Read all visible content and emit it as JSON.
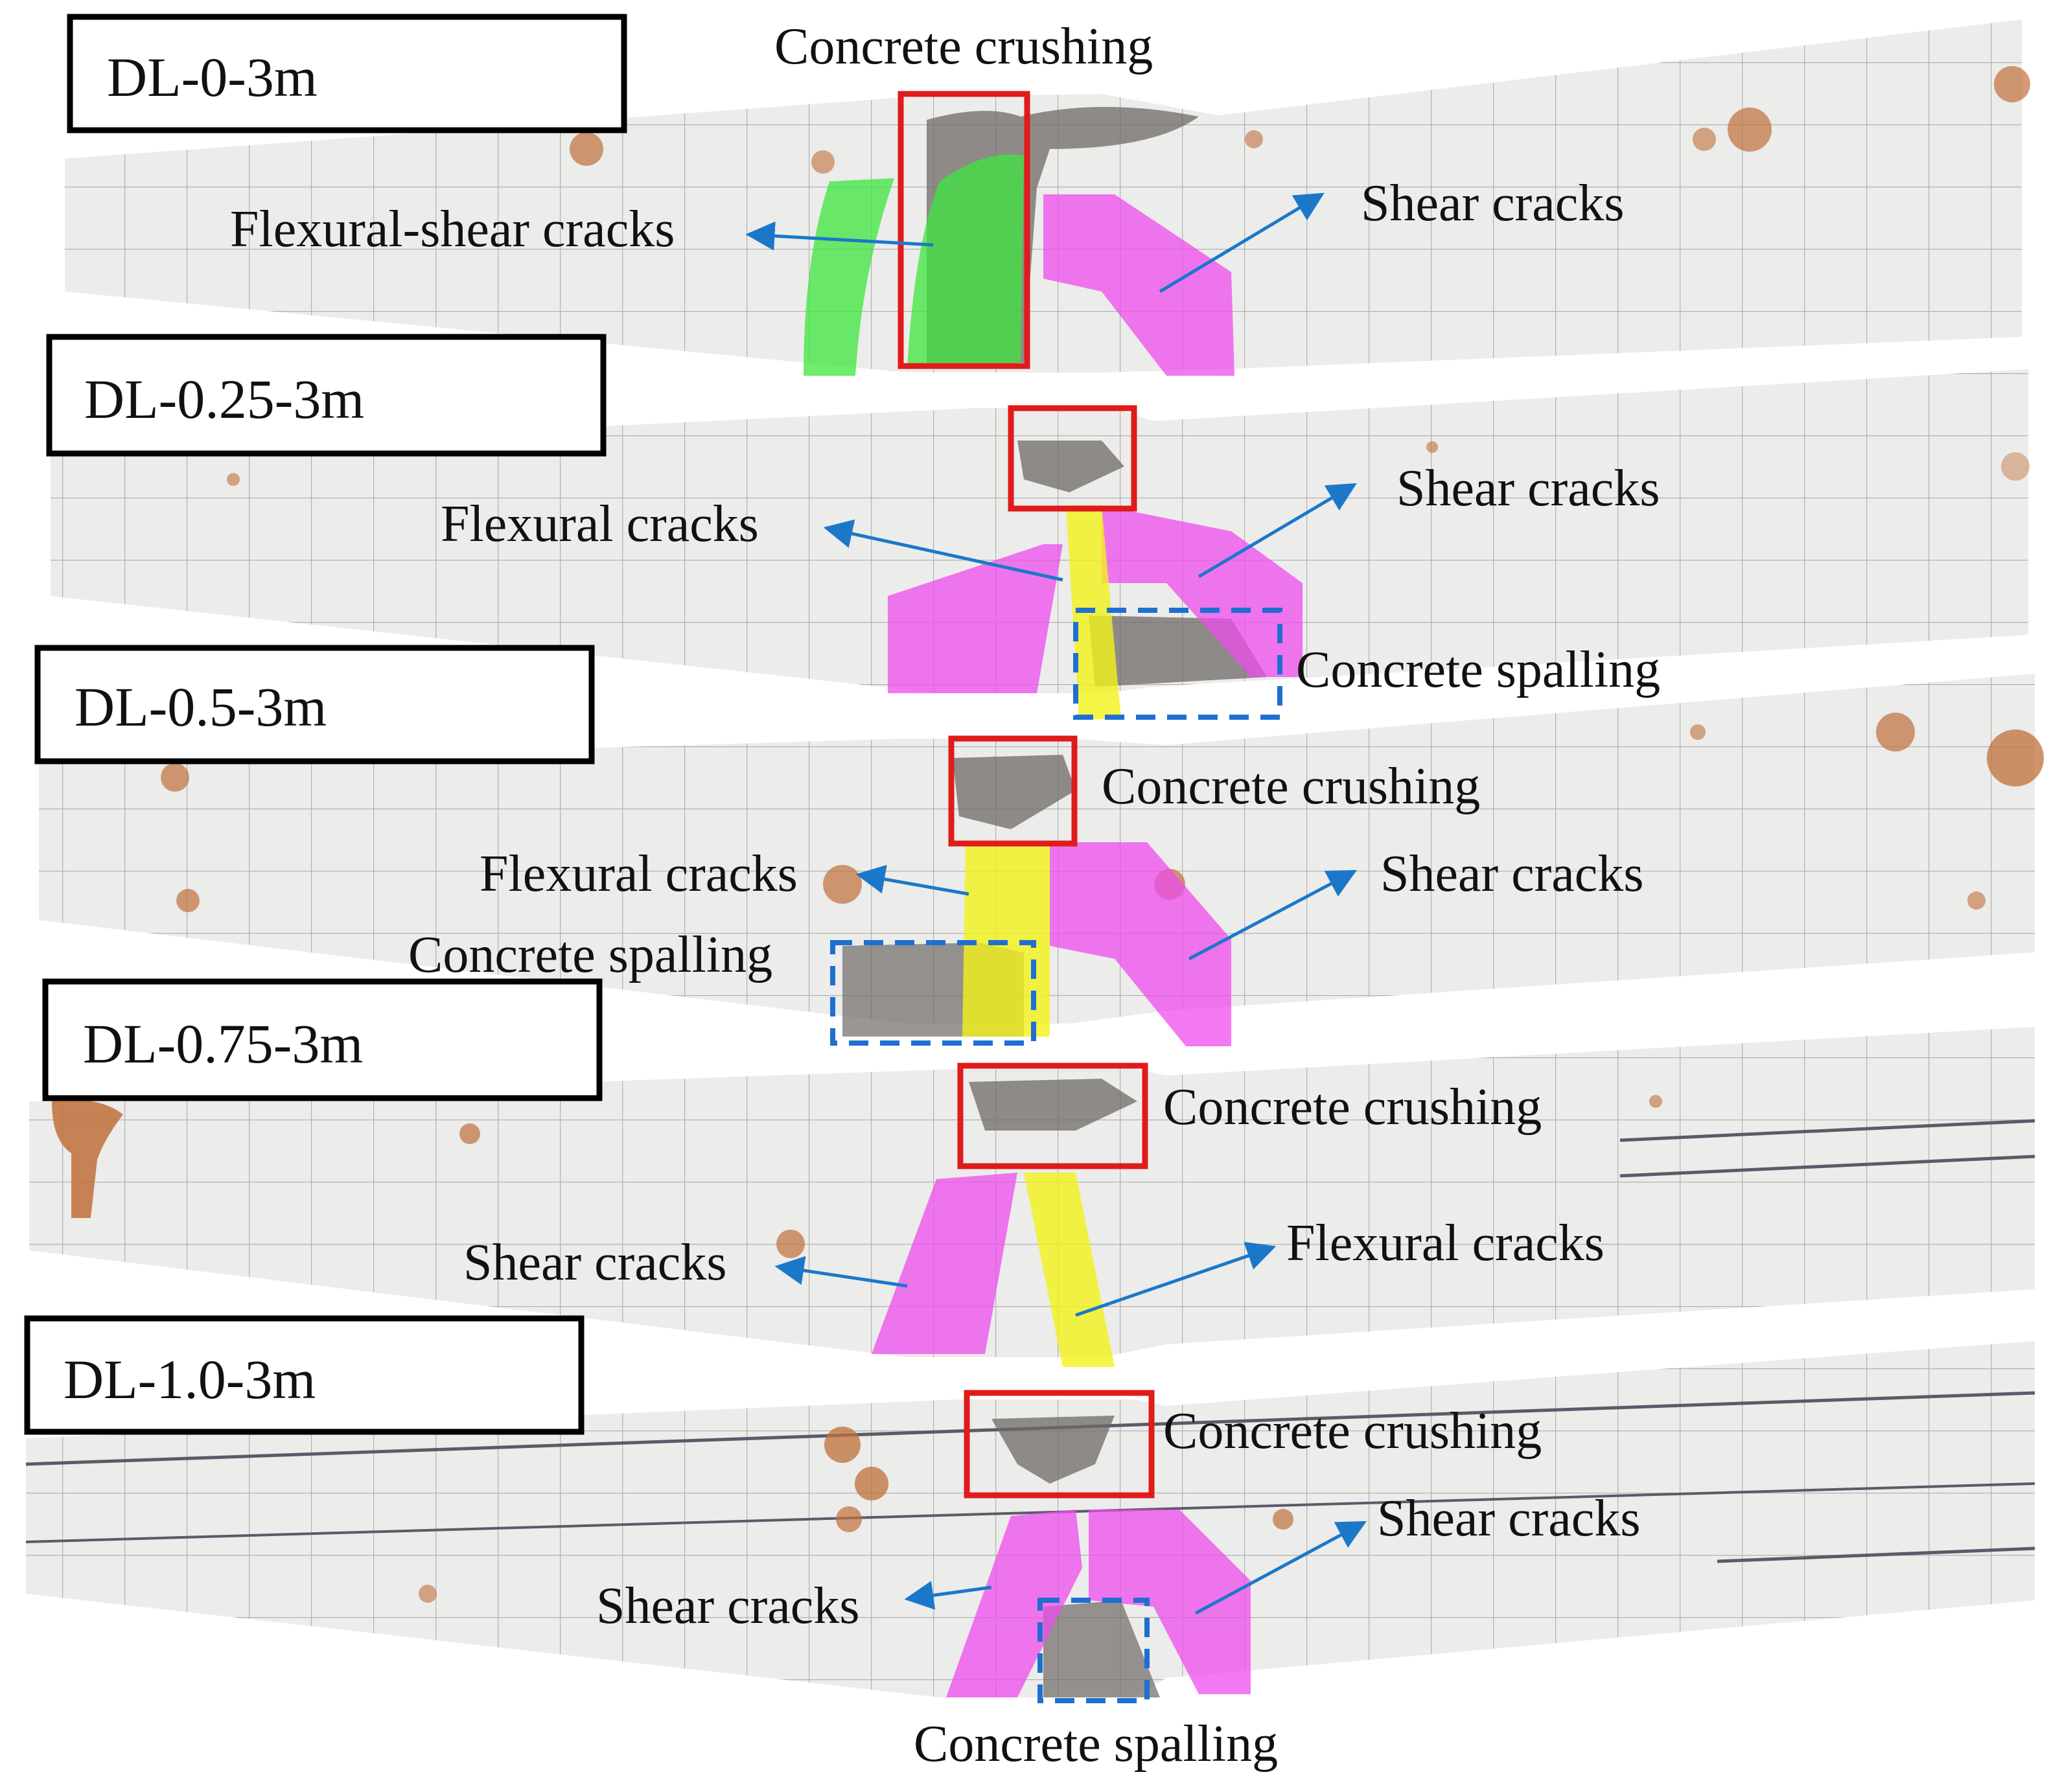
{
  "colors": {
    "beam_surface": "#ececea",
    "grid_line": "#9a9a9a",
    "rust_stain": "#c0703a",
    "damage_zone": "#6f6a65",
    "flexural_shear_highlight": "#3ee63e",
    "shear_highlight": "#ee4cee",
    "flexural_highlight": "#f2f21a",
    "crushing_box": "#e01b1b",
    "spalling_box": "#1f6fd1",
    "arrow": "#1b78c9",
    "label_border": "#000000"
  },
  "specimens": [
    {
      "id": "DL-0-3m",
      "annotations": [
        "Concrete crushing",
        "Flexural-shear cracks",
        "Shear cracks"
      ]
    },
    {
      "id": "DL-0.25-3m",
      "annotations": [
        "Flexural cracks",
        "Shear cracks",
        "Concrete spalling"
      ]
    },
    {
      "id": "DL-0.5-3m",
      "annotations": [
        "Concrete crushing",
        "Flexural cracks",
        "Shear cracks",
        "Concrete spalling"
      ]
    },
    {
      "id": "DL-0.75-3m",
      "annotations": [
        "Concrete crushing",
        "Shear cracks",
        "Flexural cracks"
      ]
    },
    {
      "id": "DL-1.0-3m",
      "annotations": [
        "Concrete crushing",
        "Shear cracks",
        "Shear cracks",
        "Concrete spalling"
      ]
    }
  ]
}
